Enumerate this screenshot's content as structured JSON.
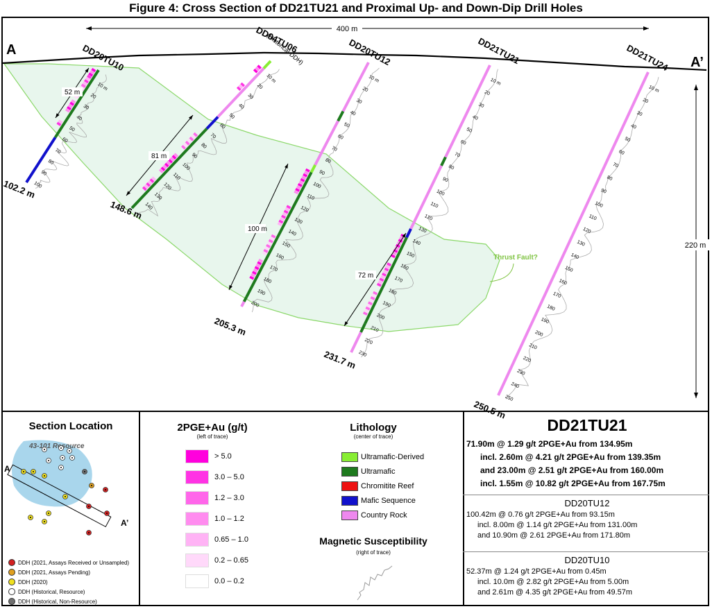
{
  "figure_title": "Figure 4: Cross Section of DD21TU21 and Proximal Up- and Down-Dip Drill Holes",
  "section": {
    "end_a": "A",
    "end_a_prime": "A’",
    "scale_horizontal": "400 m",
    "scale_vertical": "220 m",
    "thrust_label": "Thrust Fault?",
    "historical_note": "(Historical DDH)"
  },
  "holes": [
    {
      "name": "DD20TU10",
      "total_depth": "102.2 m",
      "interval": "52 m",
      "depth_ticks": [
        "10 m",
        "20",
        "30",
        "40",
        "50",
        "60",
        "70",
        "80",
        "90",
        "100"
      ]
    },
    {
      "name": "DD04TU06",
      "total_depth": "148.6 m",
      "interval": "81 m",
      "depth_ticks": [
        "10 m",
        "20",
        "30",
        "40",
        "50",
        "60",
        "70",
        "80",
        "90",
        "100",
        "110",
        "120",
        "130",
        "140"
      ]
    },
    {
      "name": "DD20TU12",
      "total_depth": "205.3 m",
      "interval": "100 m",
      "depth_ticks": [
        "10 m",
        "20",
        "30",
        "40",
        "50",
        "60",
        "70",
        "80",
        "90",
        "100",
        "110",
        "120",
        "130",
        "140",
        "150",
        "160",
        "170",
        "180",
        "190",
        "200"
      ]
    },
    {
      "name": "DD21TU21",
      "total_depth": "231.7 m",
      "interval": "72 m",
      "depth_ticks": [
        "10 m",
        "20",
        "30",
        "40",
        "50",
        "60",
        "70",
        "80",
        "90",
        "100",
        "110",
        "120",
        "130",
        "140",
        "150",
        "160",
        "170",
        "180",
        "190",
        "200",
        "210",
        "220",
        "230"
      ]
    },
    {
      "name": "DD21TU24",
      "total_depth": "250.5 m",
      "interval": "",
      "depth_ticks": [
        "10 m",
        "20",
        "30",
        "40",
        "50",
        "60",
        "70",
        "80",
        "90",
        "100",
        "110",
        "120",
        "130",
        "140",
        "150",
        "160",
        "170",
        "180",
        "190",
        "200",
        "210",
        "220",
        "230",
        "240",
        "250"
      ]
    }
  ],
  "section_location": {
    "title": "Section Location",
    "resource_label": "43-101 Resource",
    "end_a": "A",
    "end_a_prime": "A’",
    "legend": [
      {
        "label": "DDH (2021, Assays Received or Unsampled)",
        "color": "#d32020"
      },
      {
        "label": "DDH (2021, Assays Pending)",
        "color": "#e0a020"
      },
      {
        "label": "DDH (2020)",
        "color": "#f0e020"
      },
      {
        "label": "DDH (Historical, Resource)",
        "color": "#ffffff"
      },
      {
        "label": "DDH (Historical, Non-Resource)",
        "color": "#707070"
      }
    ]
  },
  "grade_legend": {
    "title": "2PGE+Au (g/t)",
    "subtitle": "(left of trace)",
    "items": [
      {
        "label": "> 5.0",
        "color": "#ff00dd"
      },
      {
        "label": "3.0 – 5.0",
        "color": "#ff33e4"
      },
      {
        "label": "1.2 – 3.0",
        "color": "#ff66ea"
      },
      {
        "label": "1.0 – 1.2",
        "color": "#ff8cef"
      },
      {
        "label": "0.65 – 1.0",
        "color": "#ffb3f5"
      },
      {
        "label": "0.2 – 0.65",
        "color": "#ffd9fa"
      },
      {
        "label": "0.0 – 0.2",
        "color": "#ffffff"
      }
    ]
  },
  "lithology_legend": {
    "title": "Lithology",
    "subtitle": "(center of trace)",
    "items": [
      {
        "label": "Ultramafic-Derived",
        "color": "#88ee33"
      },
      {
        "label": "Ultramafic",
        "color": "#1e7a1e"
      },
      {
        "label": "Chromitite Reef",
        "color": "#ee1111"
      },
      {
        "label": "Mafic Sequence",
        "color": "#1111cc"
      },
      {
        "label": "Country Rock",
        "color": "#ee88ee"
      }
    ]
  },
  "magnetic_legend": {
    "title": "Magnetic Susceptibility",
    "subtitle": "(right of trace)"
  },
  "results": {
    "main": {
      "hole": "DD21TU21",
      "lines": [
        "71.90m @ 1.29 g/t 2PGE+Au from 134.95m",
        "incl. 2.60m @ 4.21 g/t 2PGE+Au from 139.35m",
        "and 23.00m @ 2.51 g/t 2PGE+Au from 160.00m",
        "incl. 1.55m @ 10.82 g/t 2PGE+Au from 167.75m"
      ]
    },
    "second": {
      "hole": "DD20TU12",
      "lines": [
        "100.42m @ 0.76 g/t 2PGE+Au from 93.15m",
        "incl. 8.00m @ 1.14 g/t 2PGE+Au from 131.00m",
        "and 10.90m @ 2.61 2PGE+Au from 171.80m"
      ]
    },
    "third": {
      "hole": "DD20TU10",
      "lines": [
        "52.37m @ 1.24 g/t 2PGE+Au from 0.45m",
        "incl. 10.0m @ 2.82 g/t 2PGE+Au from 5.00m",
        "and 2.61m @ 4.35 g/t 2PGE+Au from 49.57m"
      ]
    }
  }
}
